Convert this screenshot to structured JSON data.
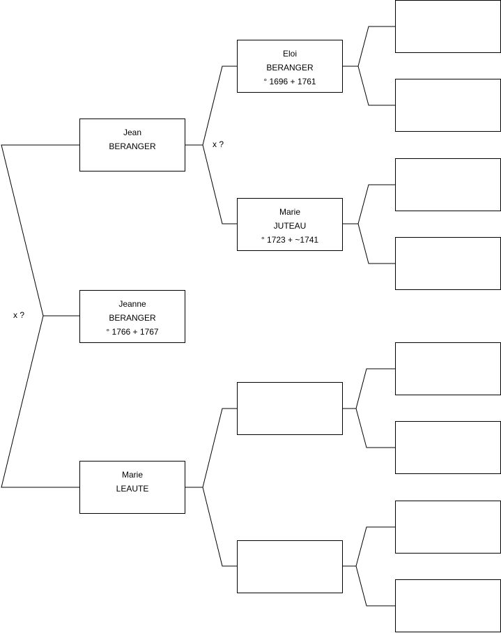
{
  "people": {
    "jeanne": {
      "first": "Jeanne",
      "last": "BERANGER",
      "dates": "° 1766 + 1767"
    },
    "jean": {
      "first": "Jean",
      "last": "BERANGER",
      "dates": ""
    },
    "marie_leaute": {
      "first": "Marie",
      "last": "LEAUTE",
      "dates": ""
    },
    "eloi": {
      "first": "Eloi",
      "last": "BERANGER",
      "dates": "° 1696 + 1761"
    },
    "marie_juteau": {
      "first": "Marie",
      "last": "JUTEAU",
      "dates": "° 1723 + ~1741"
    },
    "unknown_father_leaute": {
      "first": "",
      "last": "",
      "dates": ""
    },
    "unknown_mother_leaute": {
      "first": "",
      "last": "",
      "dates": ""
    }
  },
  "marriages": {
    "parents": "x ?",
    "paternal_grandparents": "x ?"
  }
}
